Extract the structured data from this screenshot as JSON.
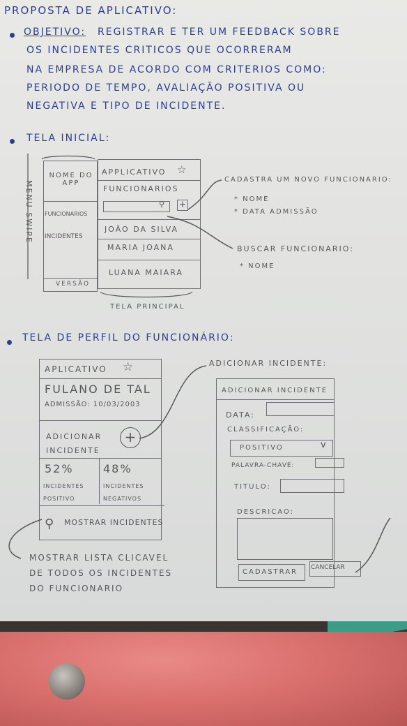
{
  "title": "PROPOSTA DE APLICATIVO:",
  "objetivo": {
    "label": "OBJETIVO:",
    "lines": [
      "REGISTRAR E TER UM FEEDBACK SOBRE",
      "OS INCIDENTES CRITICOS QUE OCORRERAM",
      "NA EMPRESA DE ACORDO COM CRITERIOS COMO:",
      "PERIODO DE TEMPO, AVALIAÇÃO POSITIVA OU",
      "NEGATIVA E TIPO DE INCIDENTE."
    ]
  },
  "tela_inicial": {
    "heading": "TELA INICIAL:",
    "menu_swipe": "MENU SWIPE",
    "menu": {
      "nome_do_app": "NOME DO APP",
      "funcionarios": "FUNCIONARIOS",
      "incidentes": "INCIDENTES",
      "versao": "VERSÃO"
    },
    "main": {
      "app_title": "APPLICATIVO",
      "section": "FUNCIONARIOS",
      "employees": [
        "JOÃO DA SILVA",
        "MARIA JOANA",
        "LUANA MAIARA"
      ]
    },
    "main_caption": "TELA PRINCIPAL",
    "note_cadastra": {
      "title": "CADASTRA UM NOVO FUNCIONARIO:",
      "items": [
        "* NOME",
        "* DATA ADMISSÃO"
      ]
    },
    "note_buscar": {
      "title": "BUSCAR FUNCIONARIO:",
      "items": [
        "* NOME"
      ]
    }
  },
  "tela_perfil": {
    "heading": "TELA DE PERFIL DO FUNCIONÁRIO:",
    "app_title": "APLICATIVO",
    "name": "FULANO DE TAL",
    "admissao": "ADMISSÃO: 10/03/2003",
    "add_label": "ADICIONAR INCIDENTE",
    "pos_percent": "52%",
    "pos_label": "INCIDENTES POSITIVO",
    "neg_percent": "48%",
    "neg_label": "INCIDENTES NEGATIVOS",
    "show_button": "MOSTRAR INCIDENTES",
    "note_mostrar": "MOSTRAR LISTA CLICAVEL DE TODOS OS INCIDENTES DO FUNCIONARIO"
  },
  "form": {
    "caption": "ADICIONAR INCIDENTE:",
    "header": "ADICIONAR INCIDENTE",
    "data_label": "DATA:",
    "classificacao_label": "CLASSIFICAÇÃO:",
    "classificacao_value": "POSITIVO",
    "palavra_label": "PALAVRA-CHAVE:",
    "titulo_label": "TITULO:",
    "descricao_label": "DESCRICAO:",
    "cadastrar": "CADASTRAR",
    "cancelar": "CANCELAR"
  },
  "colors": {
    "pen": "#2b3f8f",
    "pencil": "#55575c",
    "paper": "#e6e6e3",
    "cloth": "#d9706e",
    "green": "#3c9c86"
  }
}
